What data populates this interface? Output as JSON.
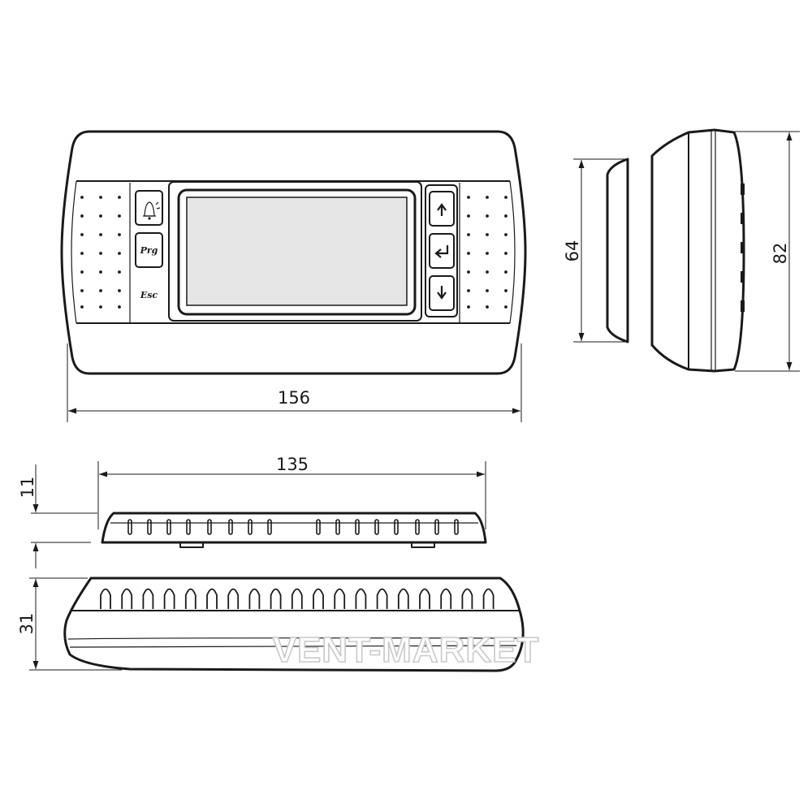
{
  "dimensions": {
    "front_width": "156",
    "front_height": "64",
    "side_height": "82",
    "top_width": "135",
    "top_thickness": "11",
    "bottom_depth": "31"
  },
  "keys": {
    "alarm": "alarm-bell-icon",
    "prg_label": "Prg",
    "esc_label": "Esc",
    "up": "arrow-up-icon",
    "enter": "enter-icon",
    "down": "arrow-down-icon"
  },
  "watermark": "VENT-MARKET"
}
